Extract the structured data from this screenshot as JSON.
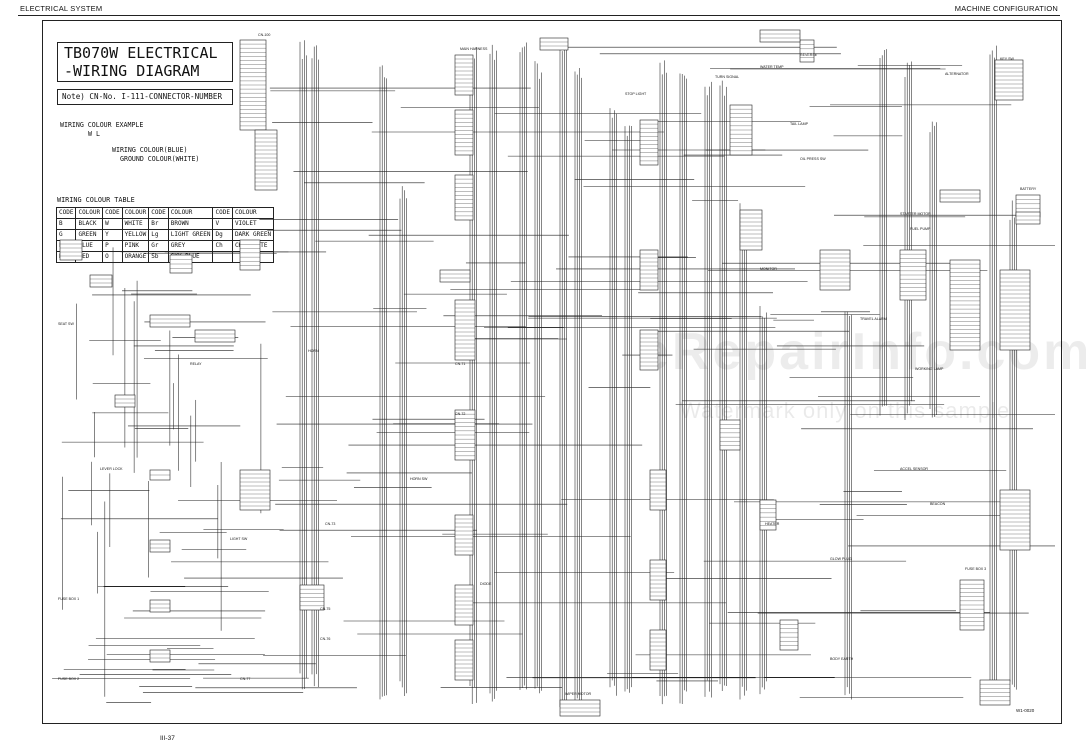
{
  "header": {
    "left": "ELECTRICAL SYSTEM",
    "right": "MACHINE CONFIGURATION"
  },
  "title": {
    "line1": "TB070W ELECTRICAL",
    "line2": "-WIRING DIAGRAM"
  },
  "note": "Note) CN-No. I-111-CONNECTOR-NUMBER",
  "wiring_example": {
    "title": "WIRING COLOUR EXAMPLE",
    "code": "W L",
    "wiring_colour": "WIRING COLOUR(BLUE)",
    "ground_colour": "GROUND COLOUR(WHITE)"
  },
  "colour_table": {
    "title": "WIRING COLOUR TABLE",
    "header": [
      "CODE",
      "COLOUR",
      "CODE",
      "COLOUR",
      "CODE",
      "COLOUR",
      "CODE",
      "COLOUR"
    ],
    "rows": [
      [
        "B",
        "BLACK",
        "W",
        "WHITE",
        "Br",
        "BROWN",
        "V",
        "VIOLET"
      ],
      [
        "G",
        "GREEN",
        "Y",
        "YELLOW",
        "Lg",
        "LIGHT GREEN",
        "Dg",
        "DARK GREEN"
      ],
      [
        "L",
        "BLUE",
        "P",
        "PINK",
        "Gr",
        "GREY",
        "Ch",
        "CHOCOLATE"
      ],
      [
        "R",
        "RED",
        "O",
        "ORANGE",
        "Sb",
        "SKY BLUE",
        "",
        ""
      ]
    ]
  },
  "components": [
    {
      "label": "CN-100"
    },
    {
      "label": "ALTERNATOR"
    },
    {
      "label": "STARTER MOTOR"
    },
    {
      "label": "BATTERY"
    },
    {
      "label": "FUSE BOX 1"
    },
    {
      "label": "FUSE BOX 2"
    },
    {
      "label": "FUSE BOX 3"
    },
    {
      "label": "LIGHT SW"
    },
    {
      "label": "HORN"
    },
    {
      "label": "HORN SW"
    },
    {
      "label": "KEY SW"
    },
    {
      "label": "REVERSE"
    },
    {
      "label": "TAIL LAMP"
    },
    {
      "label": "TURN SIGNAL"
    },
    {
      "label": "STOP LIGHT"
    },
    {
      "label": "MAIN HARNESS"
    },
    {
      "label": "CN-71"
    },
    {
      "label": "CN-72"
    },
    {
      "label": "CN-73"
    },
    {
      "label": "CN-75"
    },
    {
      "label": "CN-76"
    },
    {
      "label": "CN-77"
    },
    {
      "label": "HEATER"
    },
    {
      "label": "WIPER MOTOR"
    },
    {
      "label": "WORKING LAMP"
    },
    {
      "label": "BEACON"
    },
    {
      "label": "DIODE"
    },
    {
      "label": "RELAY"
    },
    {
      "label": "BODY EARTH"
    },
    {
      "label": "FUEL PUMP"
    },
    {
      "label": "GLOW PLUG"
    },
    {
      "label": "SEAT SW"
    },
    {
      "label": "LEVER LOCK"
    },
    {
      "label": "TRAVEL ALARM"
    },
    {
      "label": "WATER TEMP"
    },
    {
      "label": "OIL PRESS SW"
    },
    {
      "label": "ACCEL SENSOR"
    },
    {
      "label": "MONITOR"
    }
  ],
  "watermark": "eRepairInfo.com",
  "watermark2": "Watermark only on this sample",
  "page_number": "III-37",
  "drawing_code": "W1-0020"
}
